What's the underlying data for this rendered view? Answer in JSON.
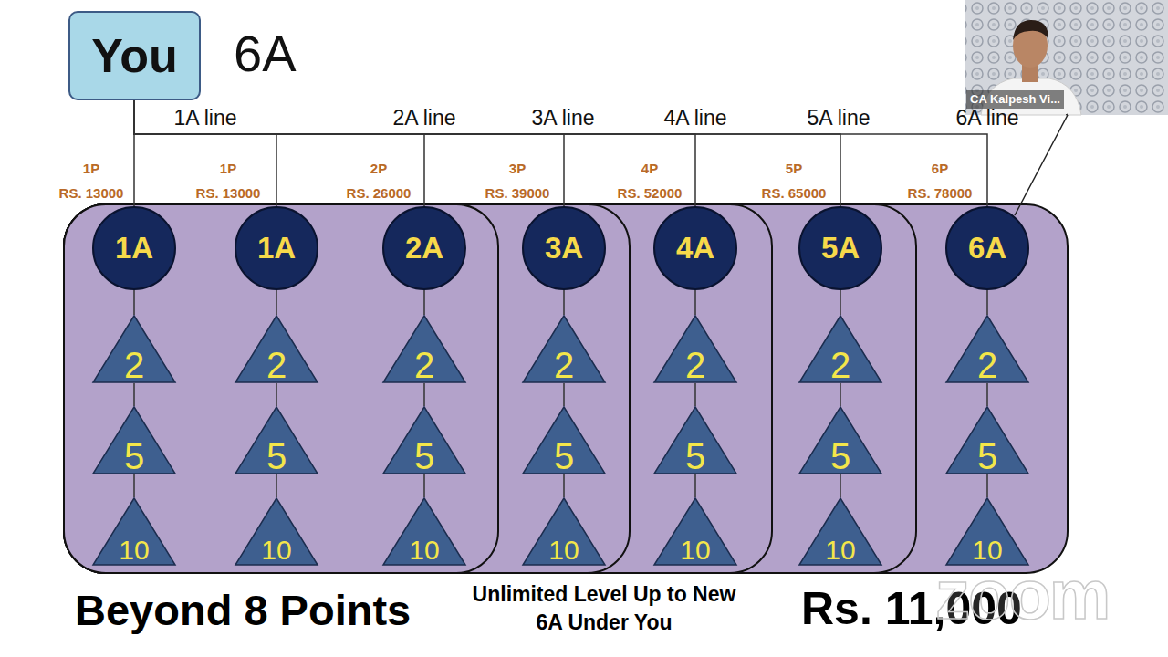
{
  "diagram": {
    "nodes": [
      {
        "text": [
          "You"
        ]
      },
      {
        "text": [
          "1A"
        ]
      },
      {
        "text": [
          "2"
        ]
      },
      {
        "text": [
          "5"
        ]
      },
      {
        "text": [
          "10"
        ]
      },
      {
        "text": [
          "1A"
        ]
      },
      {
        "text": [
          "2"
        ]
      },
      {
        "text": [
          "5"
        ]
      },
      {
        "text": [
          "10"
        ]
      },
      {
        "text": [
          "2A"
        ]
      },
      {
        "text": [
          "2"
        ]
      },
      {
        "text": [
          "5"
        ]
      },
      {
        "text": [
          "10"
        ]
      },
      {
        "text": [
          "3A"
        ]
      },
      {
        "text": [
          "2"
        ]
      },
      {
        "text": [
          "5"
        ]
      },
      {
        "text": [
          "10"
        ]
      },
      {
        "text": [
          "4A"
        ]
      },
      {
        "text": [
          "2"
        ]
      },
      {
        "text": [
          "5"
        ]
      },
      {
        "text": [
          "10"
        ]
      },
      {
        "text": [
          "5A"
        ]
      },
      {
        "text": [
          "2"
        ]
      },
      {
        "text": [
          "5"
        ]
      },
      {
        "text": [
          "10"
        ]
      },
      {
        "text": [
          "6A"
        ]
      },
      {
        "text": [
          "2"
        ]
      },
      {
        "text": [
          "5"
        ]
      },
      {
        "text": [
          "10"
        ]
      }
    ],
    "edges": [
      {
        "from": 0,
        "to": 1,
        "arrow": "none"
      },
      {
        "from": 0,
        "to": 5,
        "arrow": "none"
      },
      {
        "from": 0,
        "to": 9,
        "arrow": "none"
      },
      {
        "from": 0,
        "to": 13,
        "arrow": "none"
      },
      {
        "from": 0,
        "to": 17,
        "arrow": "none"
      },
      {
        "from": 0,
        "to": 21,
        "arrow": "none"
      },
      {
        "from": 0,
        "to": 25,
        "arrow": "none"
      },
      {
        "from": 1,
        "to": 2,
        "arrow": "none"
      },
      {
        "from": 2,
        "to": 3,
        "arrow": "none"
      },
      {
        "from": 3,
        "to": 4,
        "arrow": "none"
      },
      {
        "from": 5,
        "to": 6,
        "arrow": "none"
      },
      {
        "from": 6,
        "to": 7,
        "arrow": "none"
      },
      {
        "from": 7,
        "to": 8,
        "arrow": "none"
      },
      {
        "from": 9,
        "to": 10,
        "arrow": "none"
      },
      {
        "from": 10,
        "to": 11,
        "arrow": "none"
      },
      {
        "from": 11,
        "to": 12,
        "arrow": "none"
      },
      {
        "from": 13,
        "to": 14,
        "arrow": "none"
      },
      {
        "from": 14,
        "to": 15,
        "arrow": "none"
      },
      {
        "from": 15,
        "to": 16,
        "arrow": "none"
      },
      {
        "from": 17,
        "to": 18,
        "arrow": "none"
      },
      {
        "from": 18,
        "to": 19,
        "arrow": "none"
      },
      {
        "from": 19,
        "to": 20,
        "arrow": "none"
      },
      {
        "from": 21,
        "to": 22,
        "arrow": "none"
      },
      {
        "from": 22,
        "to": 23,
        "arrow": "none"
      },
      {
        "from": 23,
        "to": 24,
        "arrow": "none"
      },
      {
        "from": 25,
        "to": 26,
        "arrow": "none"
      },
      {
        "from": 26,
        "to": 27,
        "arrow": "none"
      },
      {
        "from": 27,
        "to": 28,
        "arrow": "none"
      }
    ],
    "labels": [
      "6A",
      "1A line",
      "2A line",
      "3A line",
      "4A line",
      "5A line",
      "6A line",
      "1P",
      "RS. 13000",
      "1P",
      "RS. 13000",
      "2P",
      "RS. 26000",
      "3P",
      "RS. 39000",
      "4P",
      "RS. 52000",
      "5P",
      "RS. 65000",
      "6P",
      "RS. 78000",
      "Beyond 8 Points",
      "Unlimited Level Up to New 6A Under You",
      "Rs. 11,000",
      "CA Kalpesh Vi...",
      "zoom"
    ]
  }
}
